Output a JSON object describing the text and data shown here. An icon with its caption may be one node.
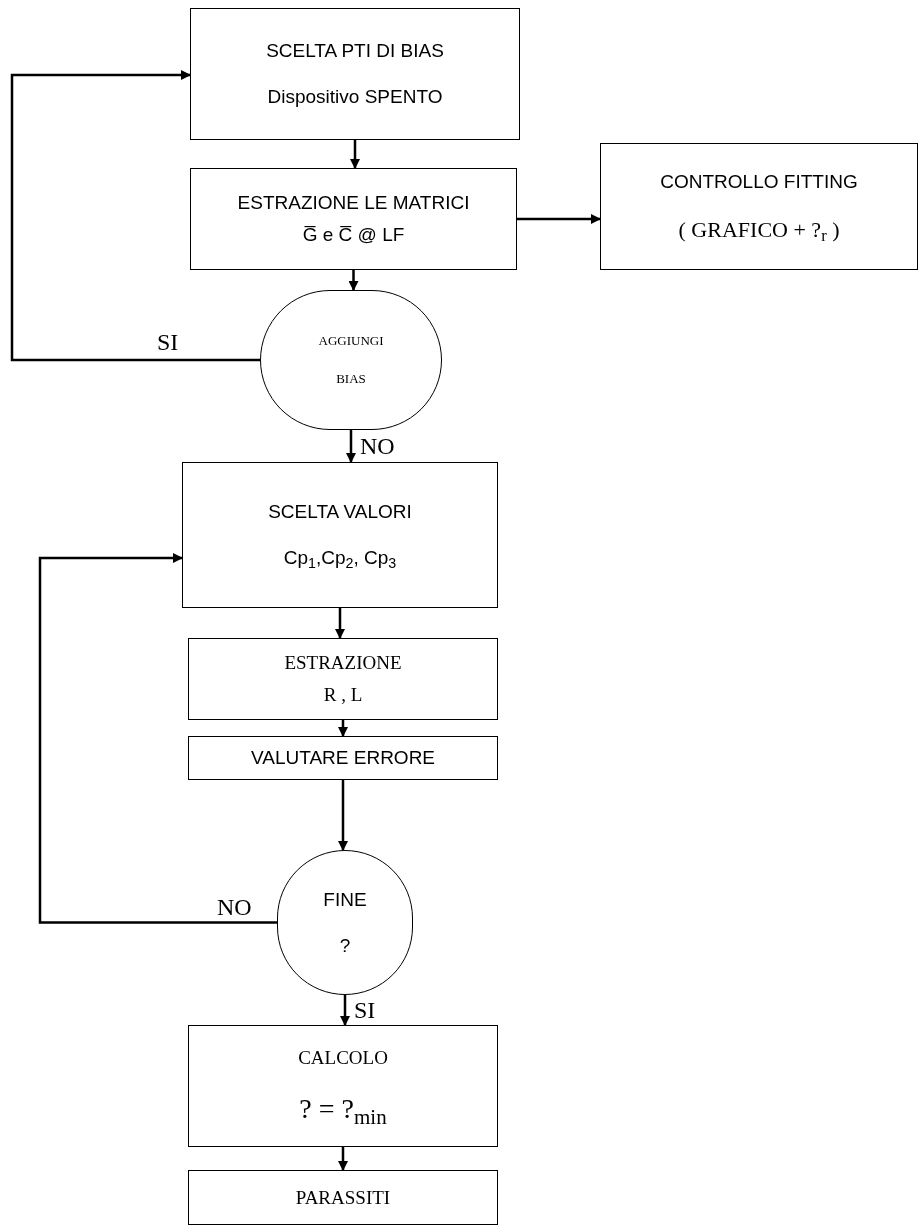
{
  "diagram": {
    "nodes": [
      {
        "text": [
          "SCELTA PTI DI BIAS",
          "Dispositivo SPENTO"
        ]
      },
      {
        "text": [
          "ESTRAZIONE LE MATRICI",
          "G̅ e C̅ @ LF"
        ]
      },
      {
        "text": [
          "CONTROLLO FITTING",
          "( GRAFICO + ?$_{r}$ )"
        ]
      },
      {
        "text": [
          "AGGIUNGI",
          "BIAS"
        ]
      },
      {
        "text": [
          "SCELTA VALORI",
          "Cp$_{1}$,Cp$_{2}$, Cp$_{3}$"
        ]
      },
      {
        "text": [
          "ESTRAZIONE",
          "R , L"
        ]
      },
      {
        "text": [
          "VALUTARE ERRORE"
        ]
      },
      {
        "text": [
          "FINE",
          "?"
        ]
      },
      {
        "text": [
          "CALCOLO",
          "? = ?$_{min}$"
        ]
      },
      {
        "text": [
          "PARASSITI"
        ]
      }
    ],
    "edges": [
      {
        "from": 0,
        "to": 1,
        "arrow": "to"
      },
      {
        "from": 1,
        "to": 2,
        "arrow": "to"
      },
      {
        "from": 1,
        "to": 3,
        "arrow": "to"
      },
      {
        "from": 3,
        "to": 0,
        "arrow": "to",
        "label": "SI"
      },
      {
        "from": 3,
        "to": 4,
        "arrow": "to",
        "label": "NO"
      },
      {
        "from": 4,
        "to": 5,
        "arrow": "to"
      },
      {
        "from": 5,
        "to": 6,
        "arrow": "to"
      },
      {
        "from": 6,
        "to": 7,
        "arrow": "to"
      },
      {
        "from": 7,
        "to": 4,
        "arrow": "to",
        "label": "NO"
      },
      {
        "from": 7,
        "to": 8,
        "arrow": "to",
        "label": "SI"
      },
      {
        "from": 8,
        "to": 9,
        "arrow": "to"
      }
    ]
  }
}
